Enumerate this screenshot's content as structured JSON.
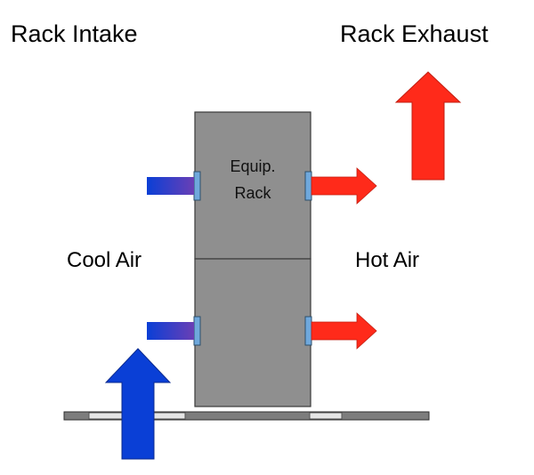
{
  "labels": {
    "rack_intake": "Rack Intake",
    "rack_exhaust": "Rack Exhaust",
    "cool_air": "Cool Air",
    "hot_air": "Hot Air",
    "equip_line1": "Equip.",
    "equip_line2": "Rack"
  },
  "colors": {
    "rack_fill": "#8f8f8f",
    "rack_stroke": "#3a3a3a",
    "floor_fill": "#7d7d7d",
    "floor_tile": "#e6e6e6",
    "vent_fill": "#6fa8dc",
    "cool_air_blue": "#0a3fd6",
    "cool_air_purple": "#6a3fb5",
    "hot_air_red": "#ff2a1a"
  },
  "icons": {
    "intake_arrow": "arrow-up-icon",
    "exhaust_arrow": "arrow-up-icon",
    "hot_air_arrow": "arrow-right-icon",
    "cool_air_bar": "airflow-bar-icon",
    "vent": "vent-icon"
  }
}
